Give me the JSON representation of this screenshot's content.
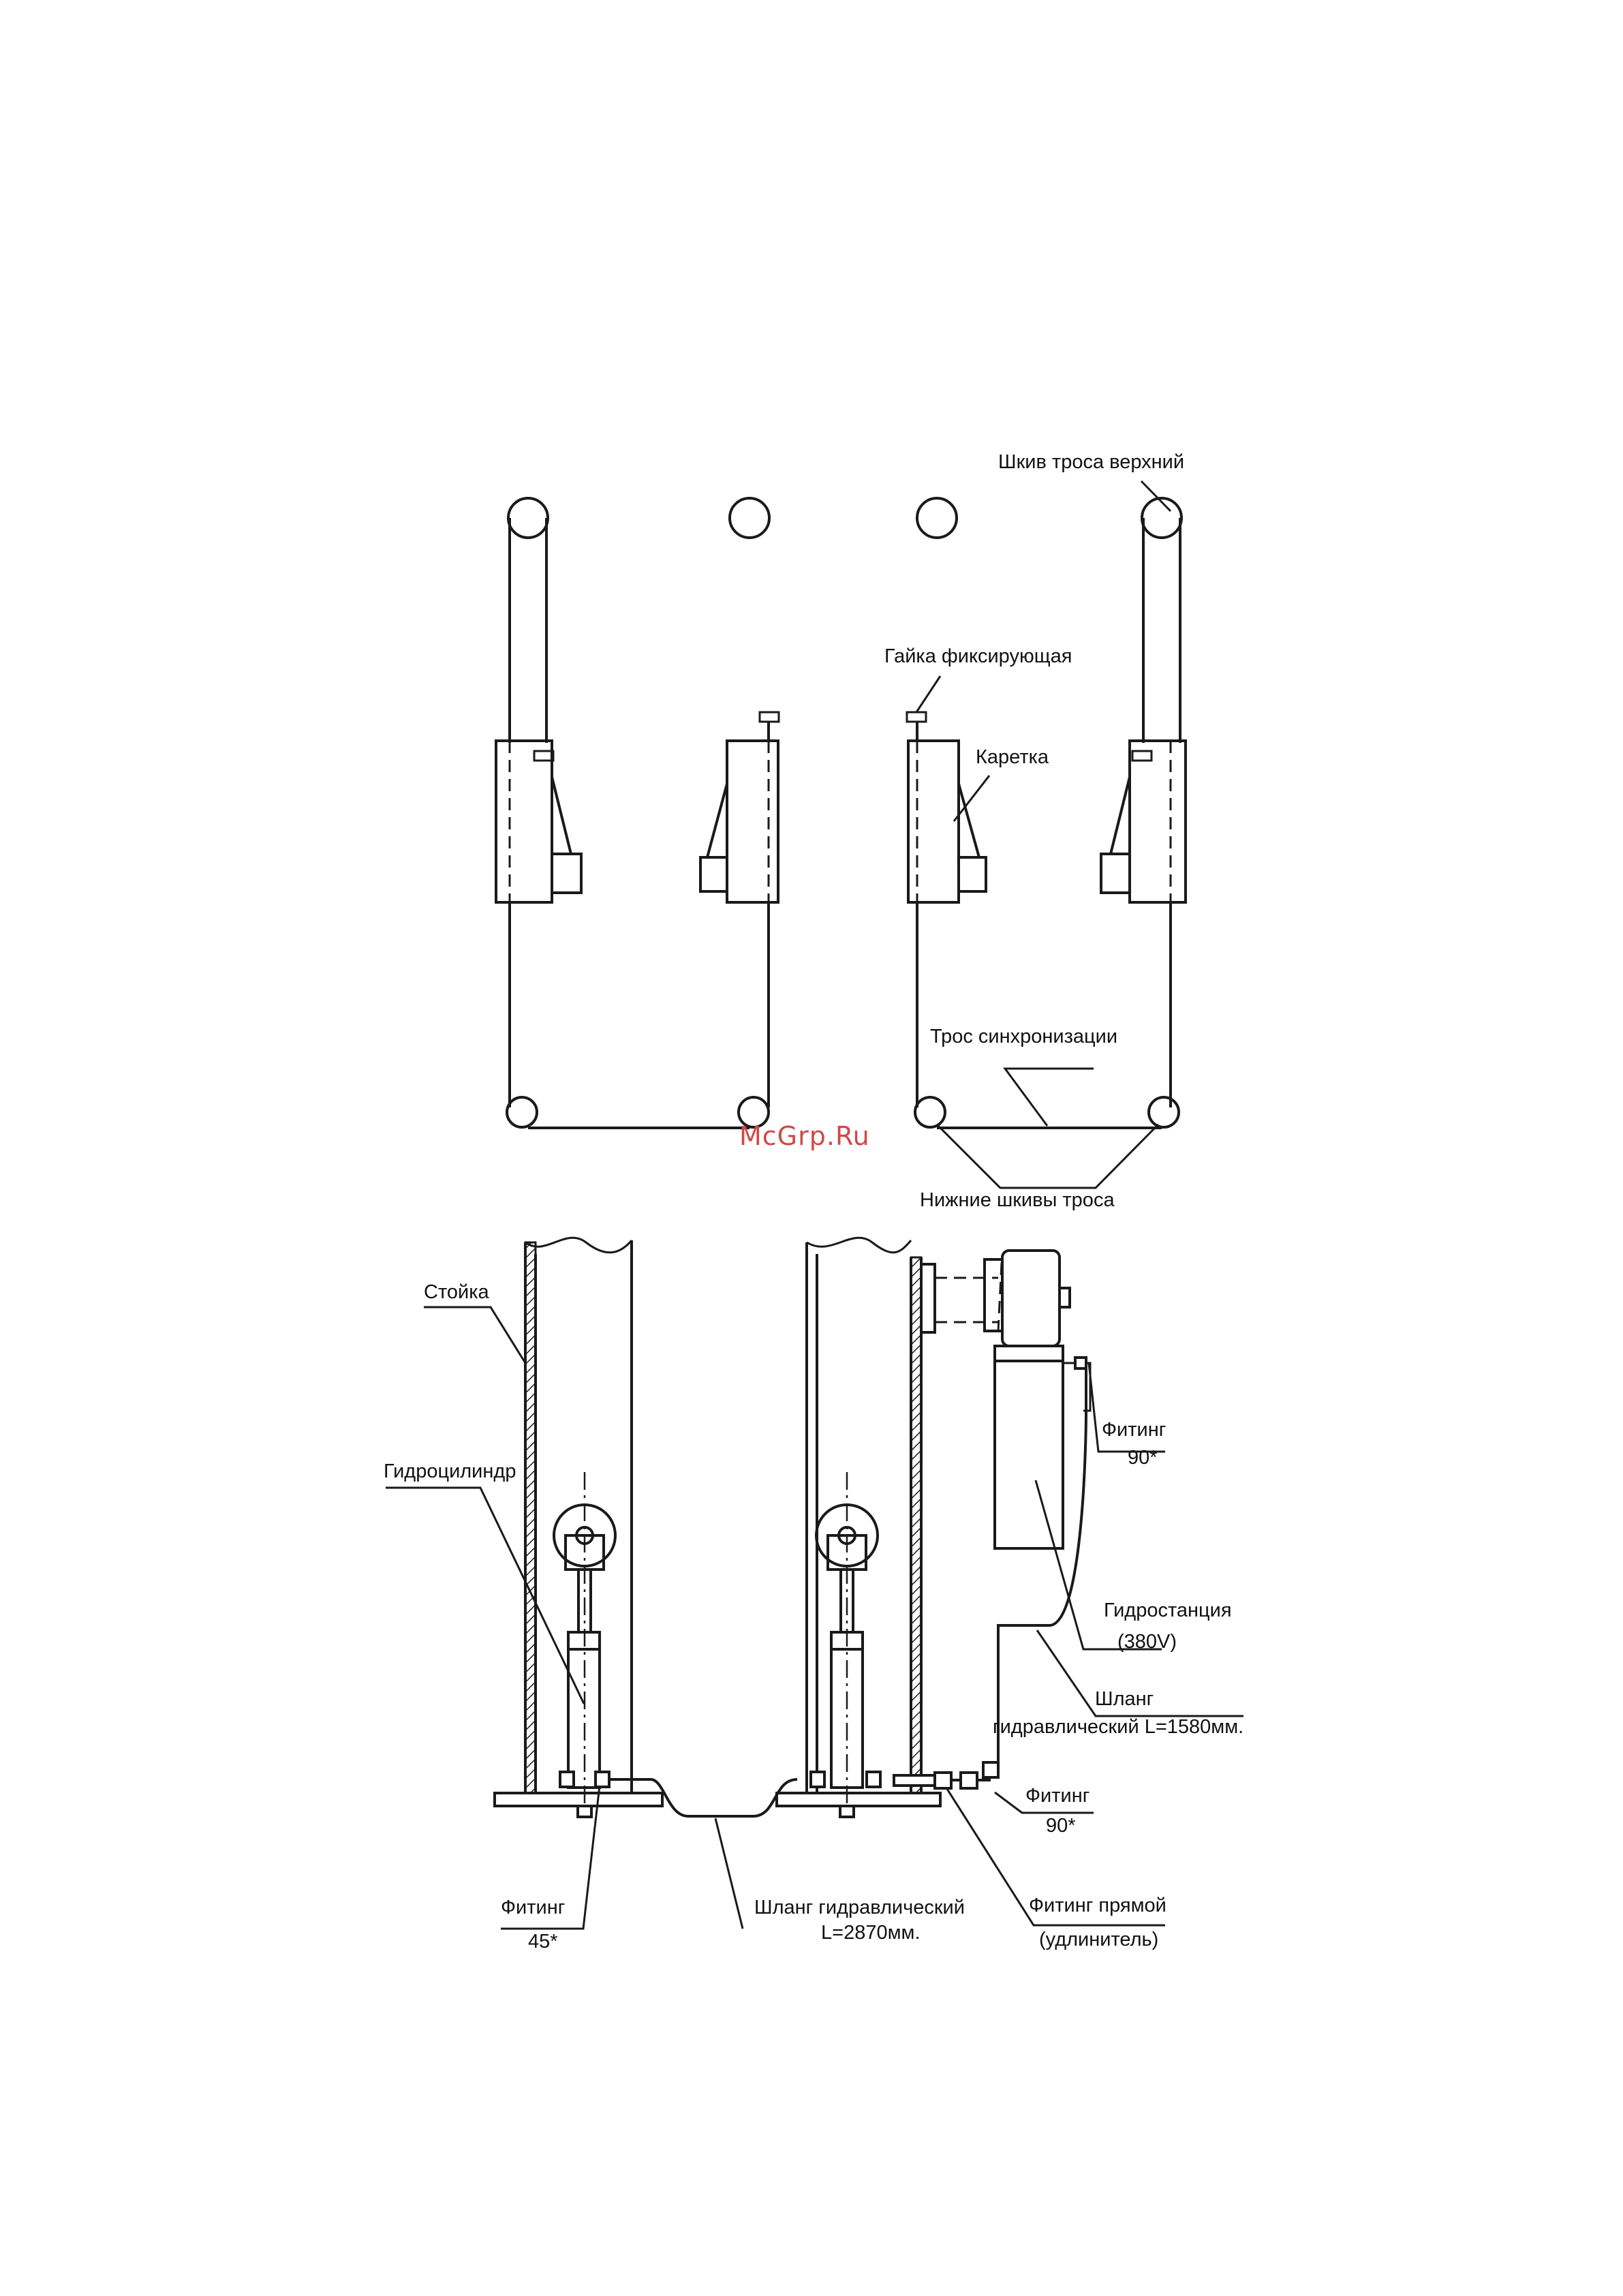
{
  "watermark": "McGrp.Ru",
  "top_diagram": {
    "upper_sheave": "Шкив троса верхний",
    "lock_nut": "Гайка фиксирующая",
    "carriage": "Каретка",
    "sync_cable": "Трос синхронизации",
    "lower_sheaves": "Нижние шкивы троса"
  },
  "bottom_diagram": {
    "column": "Стойка",
    "hydraulic_cylinder": "Гидроцилиндр",
    "fitting_90_upper": {
      "line1": "Фитинг",
      "line2": "90*"
    },
    "power_unit": {
      "line1": "Гидростанция",
      "line2": "(380V)"
    },
    "hose_short": {
      "line1": "Шланг",
      "line2": "гидравлический L=1580мм."
    },
    "fitting_90_lower": {
      "line1": "Фитинг",
      "line2": "90*"
    },
    "fitting_45": {
      "line1": "Фитинг",
      "line2": "45*"
    },
    "hose_long": {
      "line1": "Шланг гидравлический",
      "line2": "L=2870мм."
    },
    "straight_fitting": {
      "line1": "Фитинг прямой",
      "line2": "(удлинитель)"
    }
  }
}
